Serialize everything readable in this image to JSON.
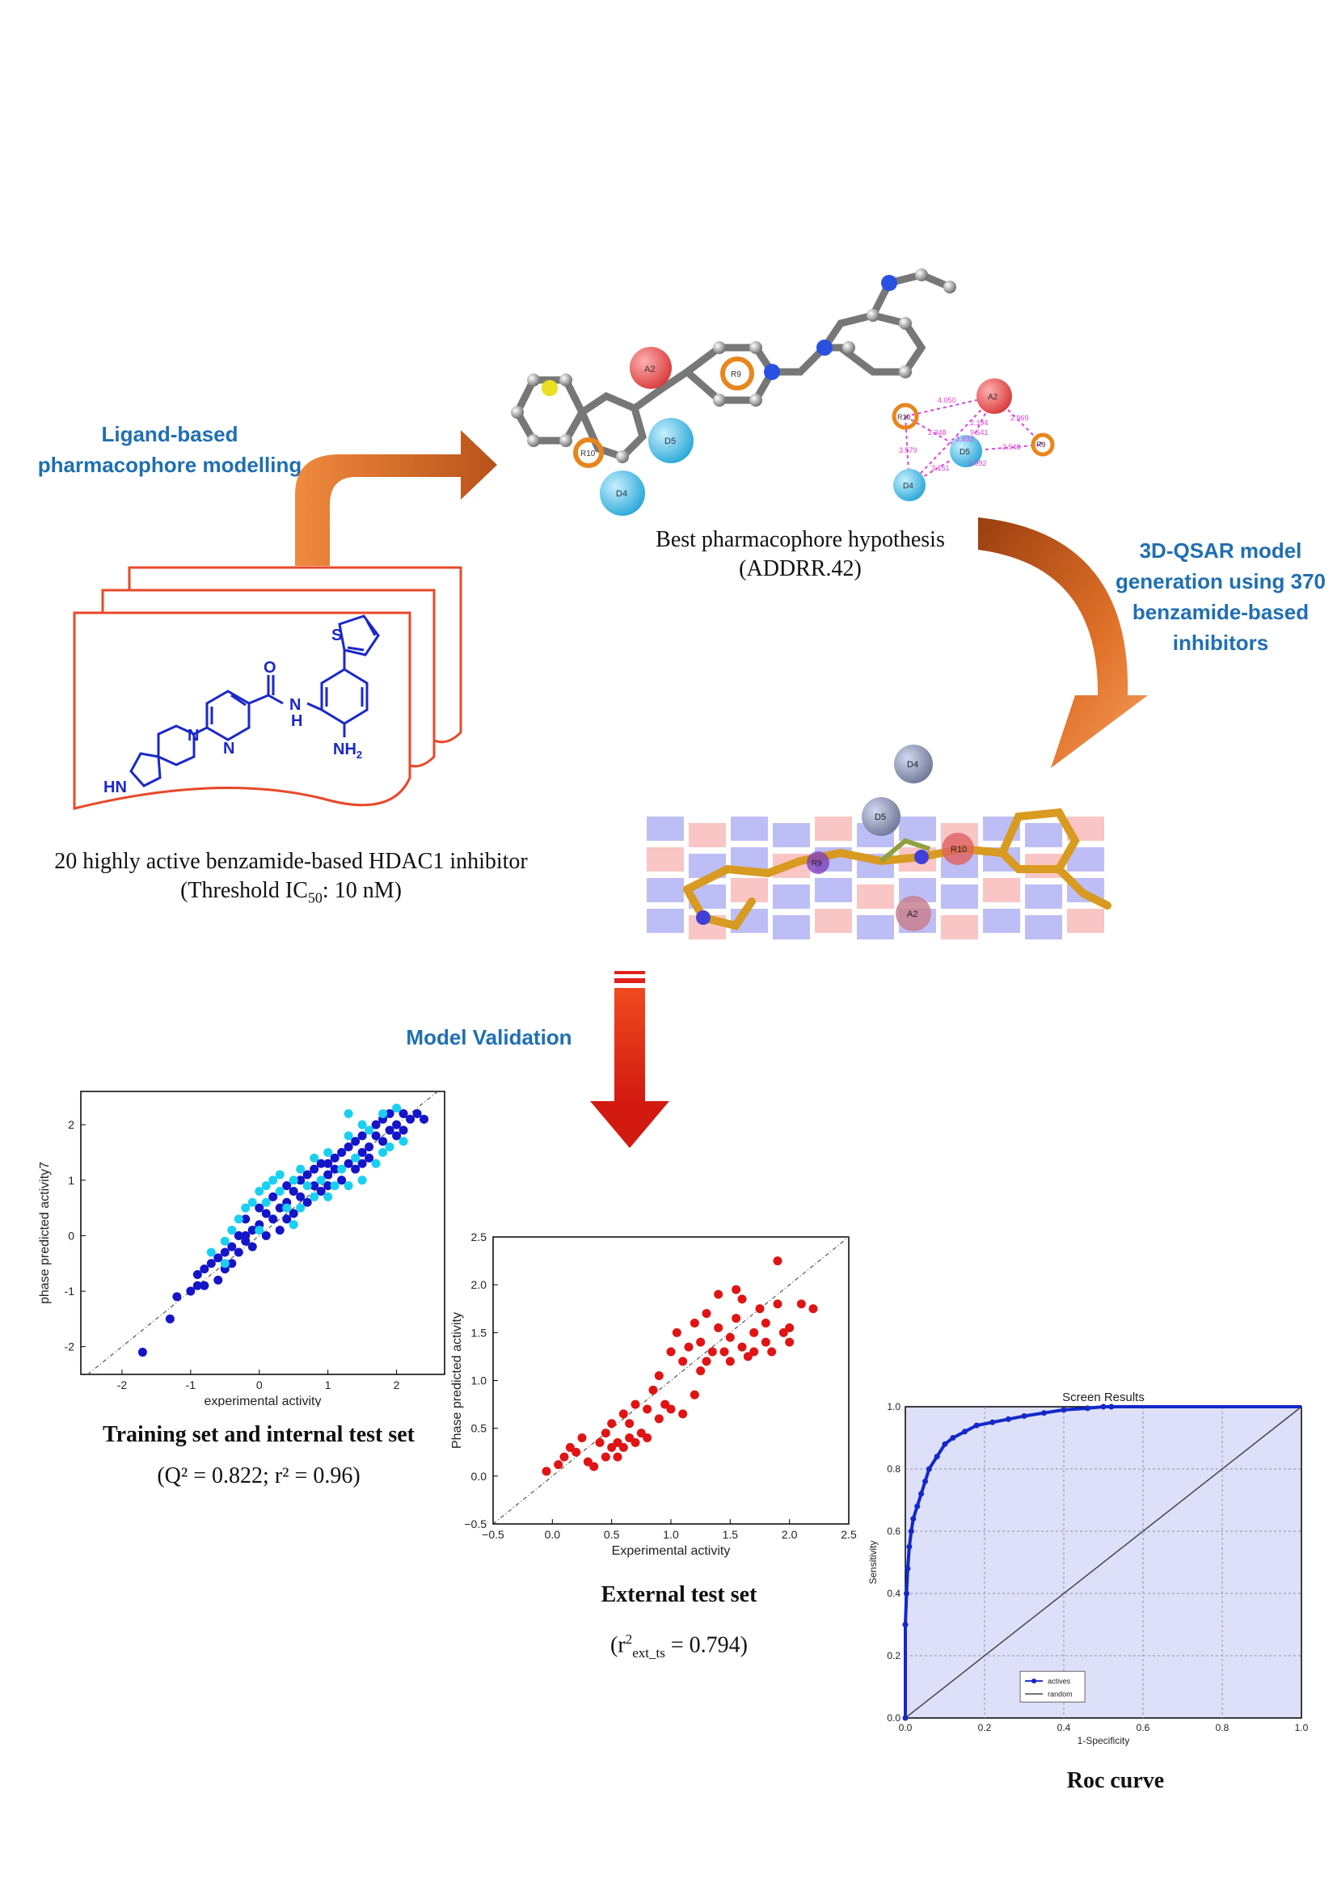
{
  "labels": {
    "ligand_line1": "Ligand-based",
    "ligand_line2": "pharmacophore modelling",
    "qsar_line1": "3D-QSAR model",
    "qsar_line2": "generation using 370",
    "qsar_line3": "benzamide-based",
    "qsar_line4": "inhibitors",
    "validation": "Model Validation"
  },
  "captions": {
    "best_line1": "Best pharmacophore hypothesis",
    "best_line2": "(ADDRR.42)",
    "inhibitor_line1": "20 highly active benzamide-based HDAC1 inhibitor",
    "inhibitor_line2_pre": "(Threshold IC",
    "inhibitor_line2_sub": "50",
    "inhibitor_line2_post": ": 10 nM)",
    "training_title": "Training set and internal test set",
    "training_stats": "(Q² = 0.822; r² = 0.96)",
    "external_title": "External test set",
    "external_stats_pre": "(r",
    "external_stats_sup": "2",
    "external_stats_sub": "ext_ts",
    "external_stats_post": " = 0.794)",
    "roc_title": "Roc curve"
  },
  "molecule": {
    "atom_s": "S",
    "atom_o": "O",
    "atom_n1": "N",
    "atom_h1": "H",
    "atom_n2": "N",
    "atom_nh2": "NH",
    "atom_nh2_sub": "2",
    "atom_n3": "N",
    "atom_hn": "HN"
  },
  "pharmacophore": {
    "features": [
      "A2",
      "D5",
      "D4",
      "R9",
      "R10"
    ],
    "distances": [
      "4.050",
      "2.194",
      "2.969",
      "2.348",
      "9.541",
      "3.579",
      "2.548",
      "3.151",
      "3.992",
      "3.892"
    ]
  },
  "colors": {
    "label_blue": "#1f6fb2",
    "arrow_orange": "#d8662a",
    "arrow_red": "#e0221b",
    "sheet_border": "#e8482a",
    "molecule_blue": "#1a28c8",
    "training_dark": "#1414c8",
    "training_light": "#1ad0f0",
    "external_red": "#e01414",
    "roc_line": "#1428c8",
    "roc_fill": "#dde0f8"
  },
  "chart_data": [
    {
      "type": "scatter",
      "title": "",
      "xlabel": "experimental activity",
      "ylabel": "phase predicted activity7",
      "xlim": [
        -2.6,
        2.7
      ],
      "ylim": [
        -2.5,
        2.6
      ],
      "xticks": [
        -2,
        -1,
        0,
        1,
        2
      ],
      "yticks": [
        -2,
        -1,
        0,
        1,
        2
      ],
      "series": [
        {
          "values": [
            [
              -1.7,
              -2.1
            ],
            [
              -1.3,
              -1.5
            ],
            [
              -1.2,
              -1.1
            ],
            [
              -1.0,
              -1.0
            ],
            [
              -0.9,
              -0.9
            ],
            [
              -0.9,
              -0.7
            ],
            [
              -0.8,
              -0.6
            ],
            [
              -0.7,
              -0.5
            ],
            [
              -0.6,
              -0.8
            ],
            [
              -0.6,
              -0.4
            ],
            [
              -0.5,
              -0.3
            ],
            [
              -0.5,
              -0.6
            ],
            [
              -0.4,
              -0.2
            ],
            [
              -0.4,
              -0.5
            ],
            [
              -0.3,
              0.0
            ],
            [
              -0.3,
              -0.3
            ],
            [
              -0.2,
              -0.1
            ],
            [
              -0.2,
              0.3
            ],
            [
              -0.1,
              0.1
            ],
            [
              -0.1,
              -0.2
            ],
            [
              0.0,
              0.2
            ],
            [
              0.0,
              0.5
            ],
            [
              0.1,
              0.0
            ],
            [
              0.1,
              0.4
            ],
            [
              0.2,
              0.3
            ],
            [
              0.2,
              0.7
            ],
            [
              0.3,
              0.5
            ],
            [
              0.3,
              0.1
            ],
            [
              0.4,
              0.6
            ],
            [
              0.4,
              0.9
            ],
            [
              0.5,
              0.4
            ],
            [
              0.5,
              0.8
            ],
            [
              0.6,
              0.7
            ],
            [
              0.6,
              1.0
            ],
            [
              0.7,
              0.6
            ],
            [
              0.7,
              1.1
            ],
            [
              0.8,
              0.9
            ],
            [
              0.8,
              1.2
            ],
            [
              0.9,
              0.8
            ],
            [
              0.9,
              1.3
            ],
            [
              1.0,
              1.1
            ],
            [
              1.0,
              0.9
            ],
            [
              1.1,
              1.2
            ],
            [
              1.1,
              1.4
            ],
            [
              1.2,
              1.0
            ],
            [
              1.2,
              1.5
            ],
            [
              1.3,
              1.3
            ],
            [
              1.3,
              1.6
            ],
            [
              1.4,
              1.2
            ],
            [
              1.4,
              1.7
            ],
            [
              1.5,
              1.5
            ],
            [
              1.5,
              1.8
            ],
            [
              1.6,
              1.6
            ],
            [
              1.6,
              1.4
            ],
            [
              1.7,
              1.8
            ],
            [
              1.7,
              2.0
            ],
            [
              1.8,
              1.7
            ],
            [
              1.8,
              2.1
            ],
            [
              1.9,
              1.9
            ],
            [
              1.9,
              2.2
            ],
            [
              2.0,
              2.0
            ],
            [
              2.0,
              1.8
            ],
            [
              2.1,
              2.2
            ],
            [
              2.2,
              2.1
            ],
            [
              2.3,
              2.2
            ],
            [
              2.4,
              2.1
            ],
            [
              -0.8,
              -0.9
            ],
            [
              -0.2,
              0.0
            ],
            [
              0.4,
              0.3
            ],
            [
              1.0,
              1.3
            ],
            [
              1.5,
              1.3
            ],
            [
              2.1,
              1.9
            ]
          ]
        },
        {
          "values": [
            [
              -0.7,
              -0.3
            ],
            [
              -0.5,
              -0.1
            ],
            [
              -0.4,
              0.1
            ],
            [
              -0.3,
              0.3
            ],
            [
              -0.2,
              0.5
            ],
            [
              -0.1,
              0.6
            ],
            [
              0.0,
              0.8
            ],
            [
              0.1,
              0.6
            ],
            [
              0.1,
              0.9
            ],
            [
              0.2,
              1.0
            ],
            [
              0.3,
              0.8
            ],
            [
              0.3,
              1.1
            ],
            [
              0.4,
              0.5
            ],
            [
              0.5,
              1.0
            ],
            [
              0.6,
              0.5
            ],
            [
              0.6,
              1.2
            ],
            [
              0.7,
              0.9
            ],
            [
              0.8,
              0.7
            ],
            [
              0.8,
              1.4
            ],
            [
              0.9,
              1.0
            ],
            [
              1.0,
              0.7
            ],
            [
              1.0,
              1.5
            ],
            [
              1.1,
              0.9
            ],
            [
              1.2,
              1.2
            ],
            [
              1.3,
              0.9
            ],
            [
              1.3,
              1.8
            ],
            [
              1.4,
              1.4
            ],
            [
              1.5,
              1.0
            ],
            [
              1.6,
              1.9
            ],
            [
              1.7,
              1.3
            ],
            [
              1.8,
              1.5
            ],
            [
              1.8,
              2.2
            ],
            [
              1.9,
              1.6
            ],
            [
              2.0,
              2.3
            ],
            [
              2.1,
              1.7
            ],
            [
              1.3,
              2.2
            ],
            [
              1.5,
              2.0
            ],
            [
              -0.5,
              -0.5
            ],
            [
              0.0,
              0.1
            ],
            [
              0.5,
              0.2
            ]
          ]
        }
      ]
    },
    {
      "type": "scatter",
      "title": "",
      "xlabel": "Experimental activity",
      "ylabel": "Phase predicted  activity",
      "xlim": [
        -0.5,
        2.5
      ],
      "ylim": [
        -0.5,
        2.5
      ],
      "xticks": [
        -0.5,
        0.0,
        0.5,
        1.0,
        1.5,
        2.0,
        2.5
      ],
      "yticks": [
        -0.5,
        0.0,
        0.5,
        1.0,
        1.5,
        2.0,
        2.5
      ],
      "xtick_labels": [
        "−0.5",
        "0.0",
        "0.5",
        "1.0",
        "1.5",
        "2.0",
        "2.5"
      ],
      "ytick_labels": [
        "−0.5",
        "0.0",
        "0.5",
        "1.0",
        "1.5",
        "2.0",
        "2.5"
      ],
      "series": [
        {
          "values": [
            [
              -0.05,
              0.05
            ],
            [
              0.05,
              0.12
            ],
            [
              0.1,
              0.2
            ],
            [
              0.15,
              0.3
            ],
            [
              0.2,
              0.25
            ],
            [
              0.25,
              0.4
            ],
            [
              0.3,
              0.15
            ],
            [
              0.35,
              0.1
            ],
            [
              0.4,
              0.35
            ],
            [
              0.45,
              0.2
            ],
            [
              0.5,
              0.3
            ],
            [
              0.5,
              0.55
            ],
            [
              0.55,
              0.35
            ],
            [
              0.6,
              0.3
            ],
            [
              0.6,
              0.65
            ],
            [
              0.65,
              0.4
            ],
            [
              0.7,
              0.35
            ],
            [
              0.7,
              0.75
            ],
            [
              0.75,
              0.45
            ],
            [
              0.8,
              0.4
            ],
            [
              0.8,
              0.7
            ],
            [
              0.85,
              0.9
            ],
            [
              0.9,
              0.6
            ],
            [
              0.9,
              1.05
            ],
            [
              0.95,
              0.75
            ],
            [
              1.0,
              0.7
            ],
            [
              1.0,
              1.3
            ],
            [
              1.05,
              1.5
            ],
            [
              1.1,
              1.2
            ],
            [
              1.1,
              0.65
            ],
            [
              1.15,
              1.35
            ],
            [
              1.2,
              0.85
            ],
            [
              1.2,
              1.6
            ],
            [
              1.25,
              1.4
            ],
            [
              1.3,
              1.2
            ],
            [
              1.3,
              1.7
            ],
            [
              1.35,
              1.3
            ],
            [
              1.4,
              1.55
            ],
            [
              1.4,
              1.9
            ],
            [
              1.45,
              1.3
            ],
            [
              1.5,
              1.45
            ],
            [
              1.5,
              1.2
            ],
            [
              1.55,
              1.65
            ],
            [
              1.6,
              1.35
            ],
            [
              1.6,
              1.85
            ],
            [
              1.65,
              1.25
            ],
            [
              1.7,
              1.5
            ],
            [
              1.7,
              1.3
            ],
            [
              1.75,
              1.75
            ],
            [
              1.8,
              1.4
            ],
            [
              1.8,
              1.6
            ],
            [
              1.85,
              1.3
            ],
            [
              1.9,
              1.8
            ],
            [
              1.9,
              2.25
            ],
            [
              1.95,
              1.5
            ],
            [
              2.0,
              1.4
            ],
            [
              2.0,
              1.55
            ],
            [
              2.1,
              1.8
            ],
            [
              2.2,
              1.75
            ],
            [
              1.55,
              1.95
            ],
            [
              0.55,
              0.2
            ],
            [
              0.65,
              0.55
            ],
            [
              1.25,
              1.1
            ],
            [
              0.45,
              0.45
            ]
          ]
        }
      ]
    },
    {
      "type": "line",
      "title": "Screen Results",
      "xlabel": "1-Specificity",
      "ylabel": "Sensitivity",
      "xlim": [
        0.0,
        1.0
      ],
      "ylim": [
        0.0,
        1.0
      ],
      "xticks": [
        0.0,
        0.2,
        0.4,
        0.6,
        0.8,
        1.0
      ],
      "yticks": [
        0.0,
        0.2,
        0.4,
        0.6,
        0.8,
        1.0
      ],
      "xtick_labels": [
        "0.0",
        "0.2",
        "0.4",
        "0.6",
        "0.8",
        "1.0"
      ],
      "ytick_labels": [
        "0.0",
        "0.2",
        "0.4",
        "0.6",
        "0.8",
        "1.0"
      ],
      "series": [
        {
          "name": "actives",
          "x": [
            0.0,
            0.0,
            0.003,
            0.006,
            0.01,
            0.015,
            0.02,
            0.03,
            0.04,
            0.05,
            0.06,
            0.08,
            0.1,
            0.12,
            0.15,
            0.18,
            0.22,
            0.26,
            0.3,
            0.35,
            0.4,
            0.46,
            0.5,
            0.52,
            1.0
          ],
          "y": [
            0.0,
            0.3,
            0.4,
            0.48,
            0.55,
            0.6,
            0.64,
            0.68,
            0.72,
            0.76,
            0.8,
            0.84,
            0.88,
            0.9,
            0.92,
            0.94,
            0.95,
            0.96,
            0.97,
            0.98,
            0.99,
            0.995,
            1.0,
            1.0,
            1.0
          ]
        },
        {
          "name": "random",
          "x": [
            0.0,
            1.0
          ],
          "y": [
            0.0,
            1.0
          ]
        }
      ],
      "legend": "lower-center"
    }
  ]
}
